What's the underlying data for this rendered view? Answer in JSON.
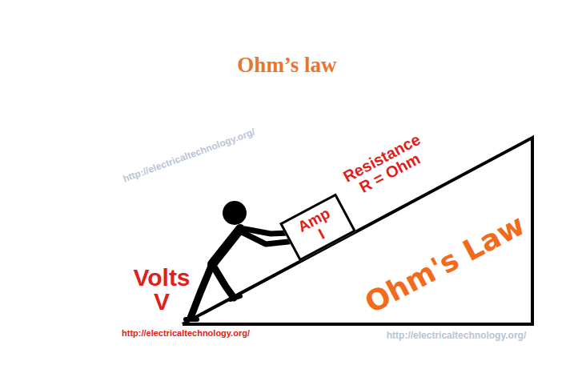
{
  "diagram": {
    "title": "Ohm’s law",
    "nodes": [
      {
        "text": [
          "Amp I"
        ]
      }
    ],
    "labels": [
      "Volts V",
      "Resistance R = Ohm",
      "Ohm's Law",
      "http://electricaltechnology.org/",
      "http://electricaltechnology.org/",
      "http://electricaltechnology.org/"
    ]
  }
}
